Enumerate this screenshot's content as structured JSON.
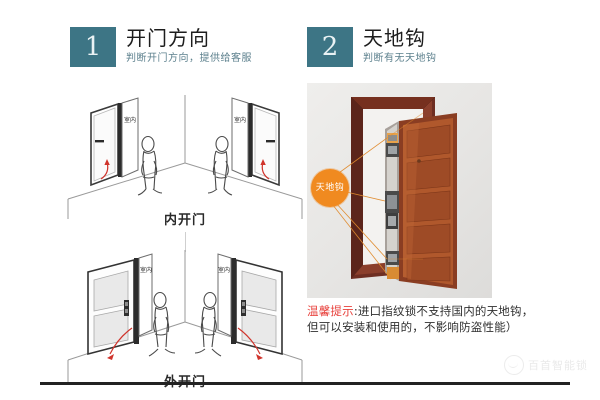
{
  "page": {
    "background": "#ffffff",
    "accent_teal": "#3d7585",
    "accent_orange": "#f08a20",
    "accent_red": "#e8413c"
  },
  "sections": [
    {
      "number": "1",
      "title": "开门方向",
      "subtitle": "判断开门方向，提供给客服",
      "diagrams": [
        {
          "caption": "内开门",
          "room_label_left": "室内",
          "room_label_right": "室内"
        },
        {
          "caption": "外开门",
          "room_label_left": "室内",
          "room_label_right": "室内"
        }
      ]
    },
    {
      "number": "2",
      "title": "天地钩",
      "subtitle": "判断有无天地钩",
      "callout_label": "天地钩",
      "tip": {
        "label": "温馨提示",
        "separator": ":",
        "line1": "进口指纹锁不支持国内的天地钩，",
        "line2": "但可以安装和使用的，不影响防盗性能）"
      }
    }
  ],
  "watermark": {
    "text": "百首智能锁"
  }
}
